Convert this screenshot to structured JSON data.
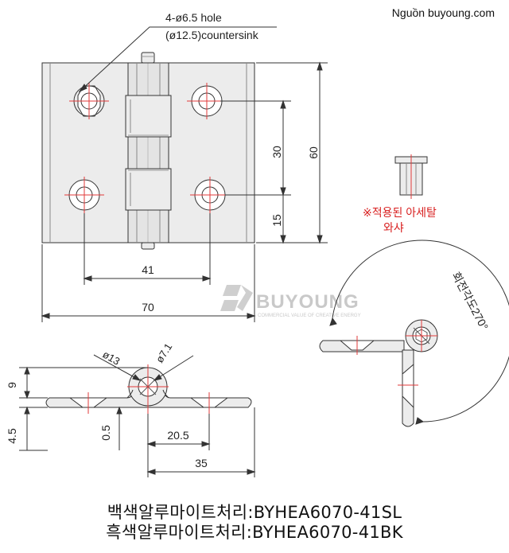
{
  "source_note": "Nguồn buyoung.com",
  "hole_label_line1": "4-ø6.5 hole",
  "hole_label_line2": "(ø12.5)countersink",
  "dimensions": {
    "hole_pitch": "30",
    "total_height": "60",
    "edge_to_hole": "15",
    "hole_span": "41",
    "total_width": "70",
    "leaf_thickness": "9",
    "overall_thickness": "4.5",
    "plate_step": "0.5",
    "hole_offset": "20.5",
    "half_width": "35",
    "knuckle_outer": "ø13",
    "pin_diameter": "ø7.1"
  },
  "nut_note_line1": "※적용된 아세탈",
  "nut_note_line2": "와샤",
  "rotation_label": "회전각도270°",
  "watermark": {
    "brand": "BUYOUNG",
    "tagline": "COMMERCIAL VALUE OF CREATIVE ENERGY"
  },
  "models": [
    "백색알루마이트처리:BYHEA6070-41SL",
    "흑색알루마이트처리:BYHEA6070-41BK"
  ],
  "colors": {
    "line": "#333333",
    "center_mark": "#e23a3a",
    "note_red": "#d81e1e",
    "plate_fill": "#ececec",
    "watermark": "#c9c9c9"
  }
}
